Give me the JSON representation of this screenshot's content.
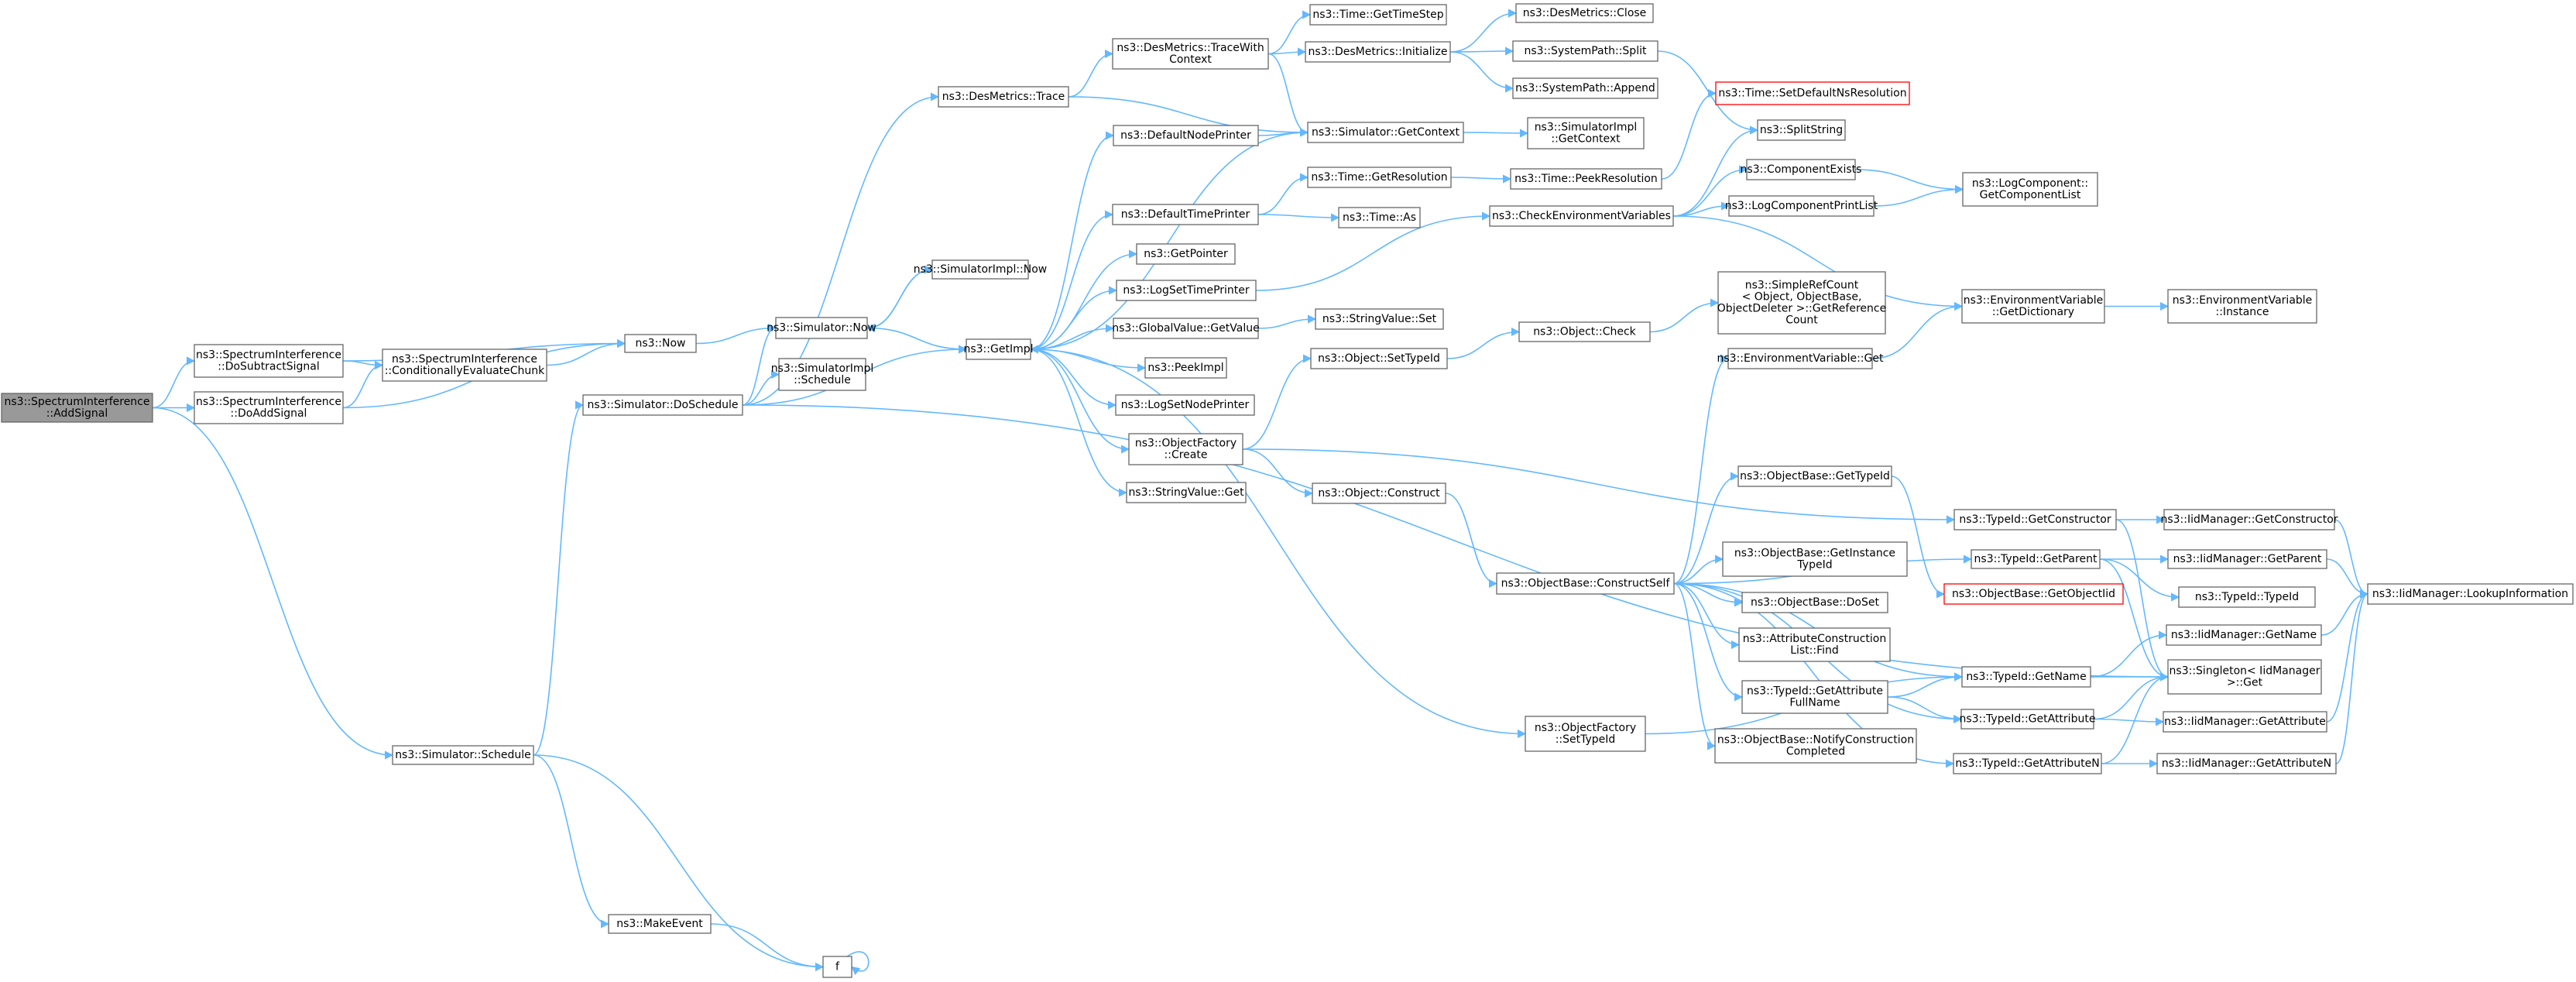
{
  "graph": {
    "title": "",
    "colors": {
      "edge": "#63b8ff",
      "node_border": "#666666",
      "root_fill": "#999999",
      "highlight_border": "#ff0000"
    },
    "nodes": [
      {
        "id": "addsignal",
        "lines": [
          "ns3::SpectrumInterference",
          "::AddSignal"
        ],
        "root": true
      },
      {
        "id": "dosubtract",
        "lines": [
          "ns3::SpectrumInterference",
          "::DoSubtractSignal"
        ]
      },
      {
        "id": "doadd",
        "lines": [
          "ns3::SpectrumInterference",
          "::DoAddSignal"
        ]
      },
      {
        "id": "condeval",
        "lines": [
          "ns3::SpectrumInterference",
          "::ConditionallyEvaluateChunk"
        ]
      },
      {
        "id": "now",
        "lines": [
          "ns3::Now"
        ]
      },
      {
        "id": "simnow",
        "lines": [
          "ns3::Simulator::Now"
        ]
      },
      {
        "id": "simimplnow",
        "lines": [
          "ns3::SimulatorImpl::Now"
        ]
      },
      {
        "id": "simimplsched",
        "lines": [
          "ns3::SimulatorImpl",
          "::Schedule"
        ]
      },
      {
        "id": "dosched",
        "lines": [
          "ns3::Simulator::DoSchedule"
        ]
      },
      {
        "id": "schedule",
        "lines": [
          "ns3::Simulator::Schedule"
        ]
      },
      {
        "id": "makeevent",
        "lines": [
          "ns3::MakeEvent"
        ]
      },
      {
        "id": "f",
        "lines": [
          "f"
        ]
      },
      {
        "id": "desmtrace",
        "lines": [
          "ns3::DesMetrics::Trace"
        ]
      },
      {
        "id": "desmtracectx",
        "lines": [
          "ns3::DesMetrics::TraceWith",
          "Context"
        ]
      },
      {
        "id": "gettimestep",
        "lines": [
          "ns3::Time::GetTimeStep"
        ]
      },
      {
        "id": "desminit",
        "lines": [
          "ns3::DesMetrics::Initialize"
        ]
      },
      {
        "id": "desmclose",
        "lines": [
          "ns3::DesMetrics::Close"
        ]
      },
      {
        "id": "syspathsplit",
        "lines": [
          "ns3::SystemPath::Split"
        ]
      },
      {
        "id": "syspathappend",
        "lines": [
          "ns3::SystemPath::Append"
        ]
      },
      {
        "id": "simgetctx",
        "lines": [
          "ns3::Simulator::GetContext"
        ]
      },
      {
        "id": "simimplgetctx",
        "lines": [
          "ns3::SimulatorImpl",
          "::GetContext"
        ]
      },
      {
        "id": "defnodeprinter",
        "lines": [
          "ns3::DefaultNodePrinter"
        ]
      },
      {
        "id": "deftimeprinter",
        "lines": [
          "ns3::DefaultTimePrinter"
        ]
      },
      {
        "id": "timegetres",
        "lines": [
          "ns3::Time::GetResolution"
        ]
      },
      {
        "id": "timepeekres",
        "lines": [
          "ns3::Time::PeekResolution"
        ]
      },
      {
        "id": "timeas",
        "lines": [
          "ns3::Time::As"
        ]
      },
      {
        "id": "settimeres",
        "lines": [
          "ns3::Time::SetDefaultNsResolution"
        ],
        "highlight": true
      },
      {
        "id": "splitstring",
        "lines": [
          "ns3::SplitString"
        ]
      },
      {
        "id": "getimpl",
        "lines": [
          "ns3::GetImpl"
        ]
      },
      {
        "id": "getpointer",
        "lines": [
          "ns3::GetPointer"
        ]
      },
      {
        "id": "logsettimeprinter",
        "lines": [
          "ns3::LogSetTimePrinter"
        ]
      },
      {
        "id": "globalvalueget",
        "lines": [
          "ns3::GlobalValue::GetValue"
        ]
      },
      {
        "id": "stringvalueset",
        "lines": [
          "ns3::StringValue::Set"
        ]
      },
      {
        "id": "peekimpl",
        "lines": [
          "ns3::PeekImpl"
        ]
      },
      {
        "id": "logsetnodeprinter",
        "lines": [
          "ns3::LogSetNodePrinter"
        ]
      },
      {
        "id": "objfactorycreate",
        "lines": [
          "ns3::ObjectFactory",
          "::Create"
        ]
      },
      {
        "id": "stringvalueget",
        "lines": [
          "ns3::StringValue::Get"
        ]
      },
      {
        "id": "checkenv",
        "lines": [
          "ns3::CheckEnvironmentVariables"
        ]
      },
      {
        "id": "compexists",
        "lines": [
          "ns3::ComponentExists"
        ]
      },
      {
        "id": "logcompprintlist",
        "lines": [
          "ns3::LogComponentPrintList"
        ]
      },
      {
        "id": "logcompgetlist",
        "lines": [
          "ns3::LogComponent::",
          "GetComponentList"
        ]
      },
      {
        "id": "envgetdict",
        "lines": [
          "ns3::EnvironmentVariable",
          "::GetDictionary"
        ]
      },
      {
        "id": "envinstance",
        "lines": [
          "ns3::EnvironmentVariable",
          "::Instance"
        ]
      },
      {
        "id": "envget",
        "lines": [
          "ns3::EnvironmentVariable::Get"
        ]
      },
      {
        "id": "objsettypeid",
        "lines": [
          "ns3::Object::SetTypeId"
        ]
      },
      {
        "id": "objcheck",
        "lines": [
          "ns3::Object::Check"
        ]
      },
      {
        "id": "simplerefcount",
        "lines": [
          "ns3::SimpleRefCount",
          "< Object, ObjectBase,",
          "ObjectDeleter >::GetReference",
          "Count"
        ]
      },
      {
        "id": "objconstruct",
        "lines": [
          "ns3::Object::Construct"
        ]
      },
      {
        "id": "objbaseconstructself",
        "lines": [
          "ns3::ObjectBase::ConstructSelf"
        ]
      },
      {
        "id": "objbasegettypeid",
        "lines": [
          "ns3::ObjectBase::GetTypeId"
        ]
      },
      {
        "id": "objbasegetinsttypeid",
        "lines": [
          "ns3::ObjectBase::GetInstance",
          "TypeId"
        ]
      },
      {
        "id": "objbasedoset",
        "lines": [
          "ns3::ObjectBase::DoSet"
        ]
      },
      {
        "id": "attrconstrlistfind",
        "lines": [
          "ns3::AttributeConstruction",
          "List::Find"
        ]
      },
      {
        "id": "typeidgetattrfullname",
        "lines": [
          "ns3::TypeId::GetAttribute",
          "FullName"
        ]
      },
      {
        "id": "objbasenotify",
        "lines": [
          "ns3::ObjectBase::NotifyConstruction",
          "Completed"
        ]
      },
      {
        "id": "objfactorysettypeid",
        "lines": [
          "ns3::ObjectFactory",
          "::SetTypeId"
        ]
      },
      {
        "id": "typeidgetconstructor",
        "lines": [
          "ns3::TypeId::GetConstructor"
        ]
      },
      {
        "id": "typeidgetparent",
        "lines": [
          "ns3::TypeId::GetParent"
        ]
      },
      {
        "id": "objbasegetobjectiid",
        "lines": [
          "ns3::ObjectBase::GetObjectIid"
        ],
        "highlight": true
      },
      {
        "id": "typeidgetname",
        "lines": [
          "ns3::TypeId::GetName"
        ]
      },
      {
        "id": "typeidgetattribute",
        "lines": [
          "ns3::TypeId::GetAttribute"
        ]
      },
      {
        "id": "typeidgetattributen",
        "lines": [
          "ns3::TypeId::GetAttributeN"
        ]
      },
      {
        "id": "iidgetconstructor",
        "lines": [
          "ns3::IidManager::GetConstructor"
        ]
      },
      {
        "id": "iidgetparent",
        "lines": [
          "ns3::IidManager::GetParent"
        ]
      },
      {
        "id": "typeidtypeid",
        "lines": [
          "ns3::TypeId::TypeId"
        ]
      },
      {
        "id": "iidgetname",
        "lines": [
          "ns3::IidManager::GetName"
        ]
      },
      {
        "id": "singletonget",
        "lines": [
          "ns3::Singleton< IidManager",
          ">::Get"
        ]
      },
      {
        "id": "iidgetattribute",
        "lines": [
          "ns3::IidManager::GetAttribute"
        ]
      },
      {
        "id": "iidgetattributen",
        "lines": [
          "ns3::IidManager::GetAttributeN"
        ]
      },
      {
        "id": "iidlookup",
        "lines": [
          "ns3::IidManager::LookupInformation"
        ]
      }
    ]
  }
}
